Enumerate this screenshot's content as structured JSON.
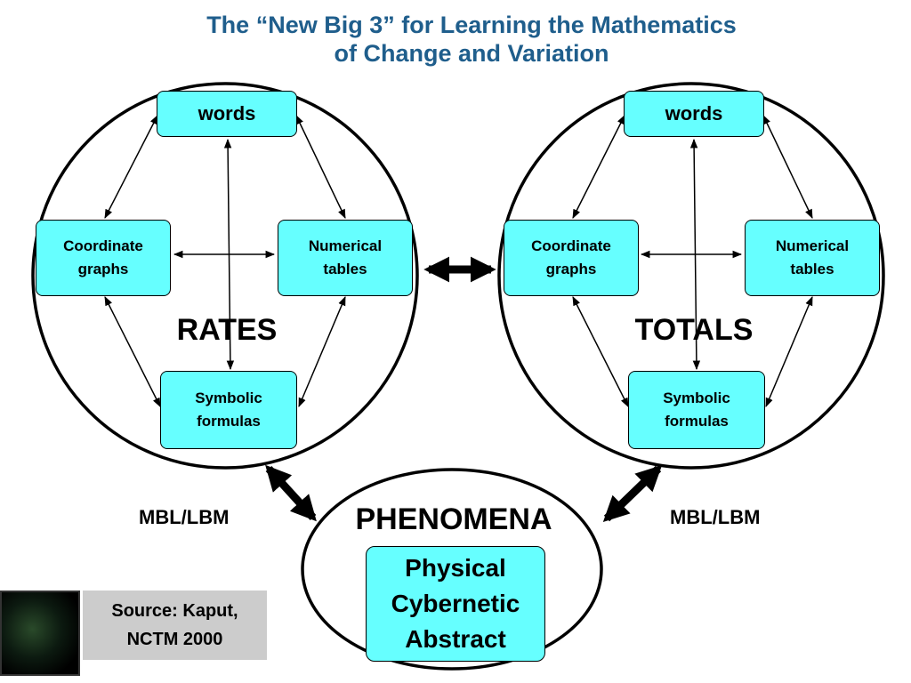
{
  "title": {
    "line1": "The “New Big 3” for Learning the Mathematics",
    "line2": "of Change and Variation"
  },
  "rates_circle": {
    "label": "RATES",
    "words": "words",
    "graphs": [
      "Coordinate",
      "graphs"
    ],
    "tables": [
      "Numerical",
      "tables"
    ],
    "formulas": [
      "Symbolic",
      "formulas"
    ]
  },
  "totals_circle": {
    "label": "TOTALS",
    "words": "words",
    "graphs": [
      "Coordinate",
      "graphs"
    ],
    "tables": [
      "Numerical",
      "tables"
    ],
    "formulas": [
      "Symbolic",
      "formulas"
    ]
  },
  "phenomena": {
    "label": "PHENOMENA",
    "items": [
      "Physical",
      "Cybernetic",
      "Abstract"
    ]
  },
  "link_labels": {
    "left": "MBL/LBM",
    "right": "MBL/LBM"
  },
  "source": {
    "line1": "Source: Kaput,",
    "line2": "NCTM 2000"
  },
  "colors": {
    "box_fill": "#66FFFF",
    "title": "#1F5E8C",
    "source_bg": "#CCCCCC"
  }
}
